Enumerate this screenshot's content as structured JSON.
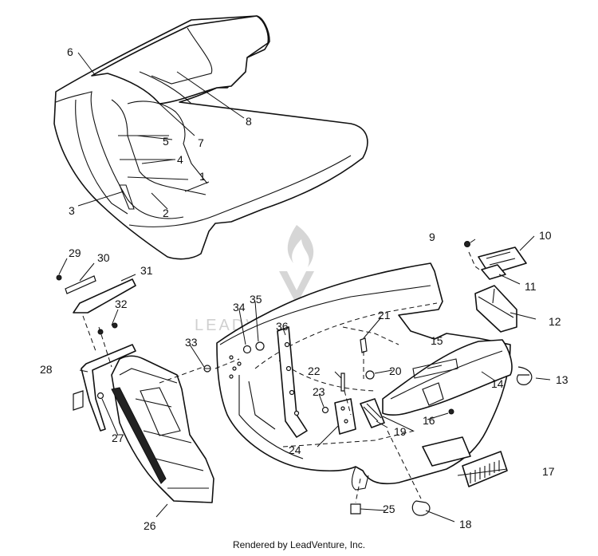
{
  "diagram": {
    "callouts": [
      {
        "id": "1",
        "label": "1"
      },
      {
        "id": "2",
        "label": "2"
      },
      {
        "id": "3",
        "label": "3"
      },
      {
        "id": "4",
        "label": "4"
      },
      {
        "id": "5",
        "label": "5"
      },
      {
        "id": "6",
        "label": "6"
      },
      {
        "id": "7",
        "label": "7"
      },
      {
        "id": "8",
        "label": "8"
      },
      {
        "id": "9",
        "label": "9"
      },
      {
        "id": "10",
        "label": "10"
      },
      {
        "id": "11",
        "label": "11"
      },
      {
        "id": "12",
        "label": "12"
      },
      {
        "id": "13",
        "label": "13"
      },
      {
        "id": "14",
        "label": "14"
      },
      {
        "id": "15",
        "label": "15"
      },
      {
        "id": "16",
        "label": "16"
      },
      {
        "id": "17",
        "label": "17"
      },
      {
        "id": "18",
        "label": "18"
      },
      {
        "id": "19",
        "label": "19"
      },
      {
        "id": "20",
        "label": "20"
      },
      {
        "id": "21",
        "label": "21"
      },
      {
        "id": "22",
        "label": "22"
      },
      {
        "id": "23",
        "label": "23"
      },
      {
        "id": "24",
        "label": "24"
      },
      {
        "id": "25",
        "label": "25"
      },
      {
        "id": "26",
        "label": "26"
      },
      {
        "id": "27",
        "label": "27"
      },
      {
        "id": "28",
        "label": "28"
      },
      {
        "id": "29",
        "label": "29"
      },
      {
        "id": "30",
        "label": "30"
      },
      {
        "id": "31",
        "label": "31"
      },
      {
        "id": "32",
        "label": "32"
      },
      {
        "id": "33",
        "label": "33"
      },
      {
        "id": "34",
        "label": "34"
      },
      {
        "id": "35",
        "label": "35"
      },
      {
        "id": "36",
        "label": "36"
      }
    ],
    "watermark": "LEADVENTURE",
    "credit": "Rendered by LeadVenture, Inc."
  }
}
